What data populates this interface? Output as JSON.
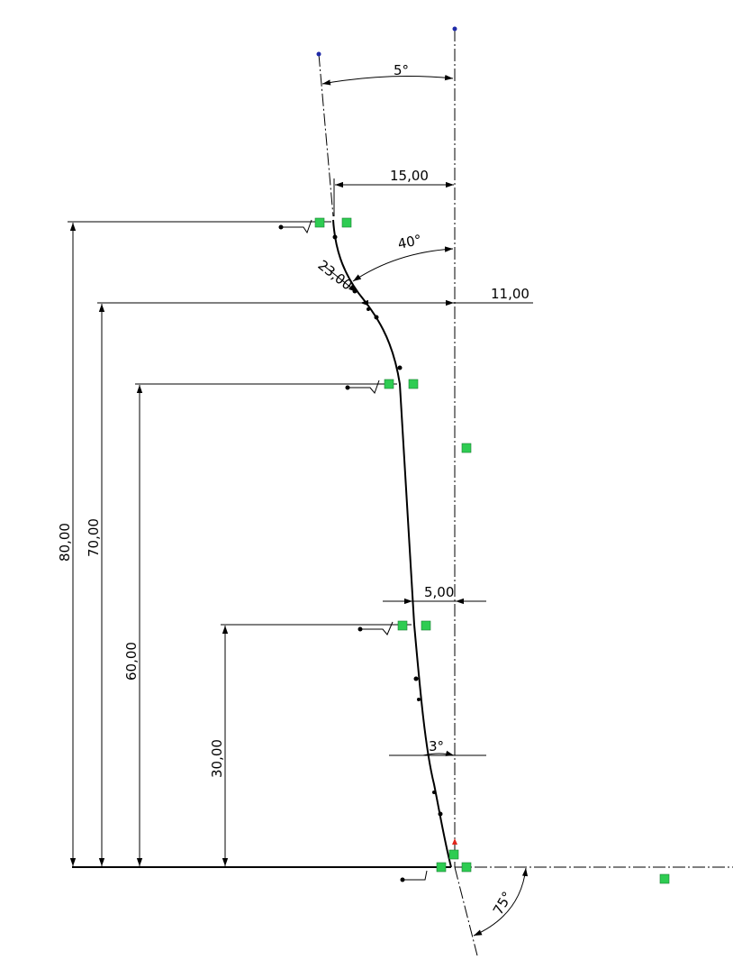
{
  "dimensions": {
    "angle_top": "5°",
    "width_top": "15,00",
    "angle_arc": "40°",
    "radius": "23,00",
    "width_mid": "11,00",
    "width_lower": "5,00",
    "angle_lower": "3°",
    "angle_bottom": "75°",
    "height_80": "80,00",
    "height_70": "70,00",
    "height_60": "60,00",
    "height_30": "30,00"
  },
  "colors": {
    "geometry": "#000000",
    "relation_marker": "#2ecc52",
    "endpoint_blue": "#1f2aa8",
    "origin_red": "#e0261c"
  },
  "icons": [
    "coincident-relation-icon",
    "tangent-relation-icon",
    "vertical-relation-icon",
    "horizontal-relation-icon"
  ]
}
